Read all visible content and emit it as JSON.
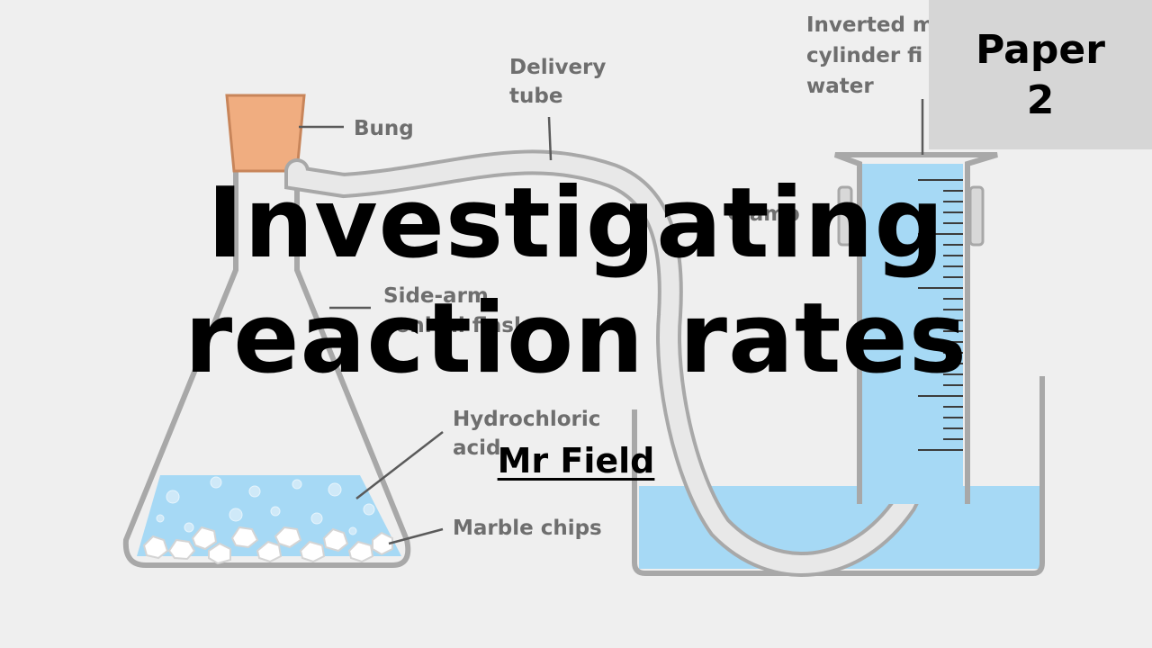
{
  "title": {
    "line1": "Investigating",
    "line2": "reaction rates"
  },
  "subtitle": "Mr Field",
  "paper_box": {
    "line1": "Paper",
    "line2": "2"
  },
  "diagram_labels": {
    "bung": "Bung",
    "delivery_tube_1": "Delivery",
    "delivery_tube_2": "tube",
    "cylinder_1": "Inverted m",
    "cylinder_2": "cylinder fi",
    "cylinder_3": "water",
    "clamp": "Clamp",
    "flask_1": "Side-arm",
    "flask_2": "conical flask",
    "acid_1": "Hydrochloric",
    "acid_2": "acid",
    "marble": "Marble chips"
  },
  "colors": {
    "background": "#efefef",
    "water": "#a6d9f5",
    "bung": "#f0ad80",
    "outline": "#a8a8a8",
    "paper_box": "#d6d6d6"
  }
}
